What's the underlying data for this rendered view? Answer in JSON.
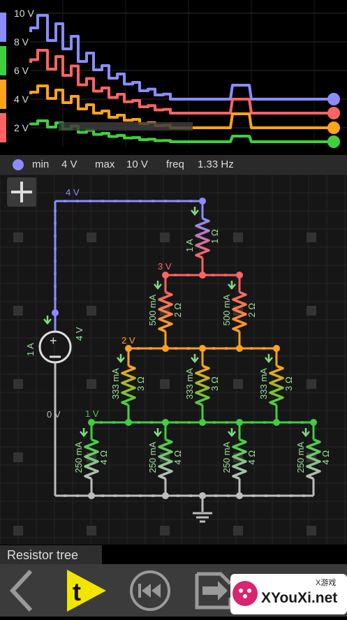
{
  "app": {
    "title": "Resistor tree"
  },
  "colors": {
    "purple": "#8a8cff",
    "red": "#ff6363",
    "orange": "#ffa31a",
    "green": "#3fcf3f",
    "gray": "#bdbdbd",
    "board_bg": "#161616",
    "grid": "#262626"
  },
  "scope": {
    "y_labels": [
      "10 V",
      "8 V",
      "6 V",
      "4 V",
      "2 V"
    ],
    "series": [
      {
        "color": "#8a8cff",
        "final_value": "4 V"
      },
      {
        "color": "#ff6363",
        "final_value": "3 V"
      },
      {
        "color": "#ffa31a",
        "final_value": "2 V"
      },
      {
        "color": "#3fcf3f",
        "final_value": "1 V"
      }
    ]
  },
  "probe_info": {
    "min_label": "min",
    "min_value": "4 V",
    "max_label": "max",
    "max_value": "10 V",
    "freq_label": "freq",
    "freq_value": "1.33 Hz"
  },
  "circuit": {
    "source": {
      "current": "1 A",
      "voltage": "4 V"
    },
    "node_labels": {
      "n4": "4 V",
      "n3": "3 V",
      "n2": "2 V",
      "n1": "1 V",
      "n0": "0 V"
    },
    "level1": [
      {
        "current": "1 A",
        "resistance": "1 Ω"
      }
    ],
    "level2": [
      {
        "current": "500 mA",
        "resistance": "2 Ω"
      },
      {
        "current": "500 mA",
        "resistance": "2 Ω"
      }
    ],
    "level3": [
      {
        "current": "333 mA",
        "resistance": "3 Ω"
      },
      {
        "current": "333 mA",
        "resistance": "3 Ω"
      },
      {
        "current": "333 mA",
        "resistance": "3 Ω"
      }
    ],
    "level4": [
      {
        "current": "250 mA",
        "resistance": "4 Ω"
      },
      {
        "current": "250 mA",
        "resistance": "4 Ω"
      },
      {
        "current": "250 mA",
        "resistance": "4 Ω"
      },
      {
        "current": "250 mA",
        "resistance": "4 Ω"
      }
    ]
  },
  "toolbar": {
    "back_icon": "chevron-left-icon",
    "theme_icon": "t-play-icon",
    "theme_letter": "t",
    "rewind_icon": "rewind-icon",
    "export_icon": "export-icon",
    "watermark": "XYouXi.net",
    "watermark_small": "X游戏"
  }
}
